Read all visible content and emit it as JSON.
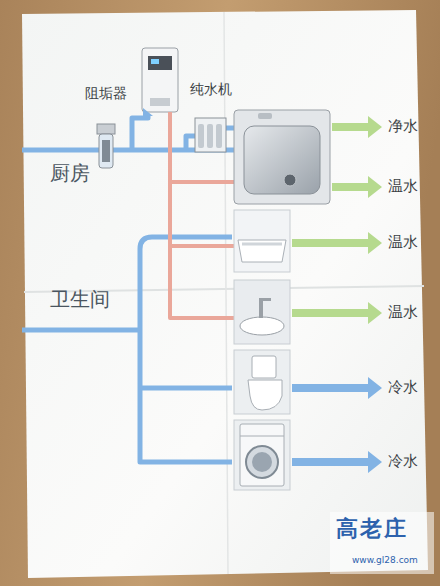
{
  "diagram": {
    "nodes": [
      {
        "text": [
          "阻垢器"
        ]
      },
      {
        "text": [
          "纯水机"
        ]
      }
    ],
    "labels": [
      "净水",
      "厨房",
      "温水",
      "温水",
      "卫生间",
      "温水",
      "冷水",
      "冷水",
      "高老庄",
      "www.gl28.com"
    ]
  }
}
